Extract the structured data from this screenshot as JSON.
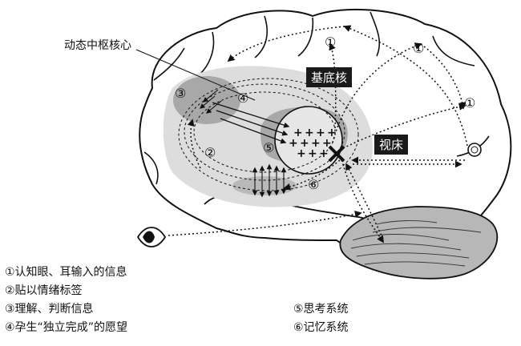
{
  "labels": {
    "dynamic_center": "动态中枢核心",
    "basal_nucleus": "基底核",
    "thalamus": "视床"
  },
  "markers": {
    "m1": "①",
    "m2": "②",
    "m3": "③",
    "m4": "④",
    "m5": "⑤",
    "m6": "⑥"
  },
  "legend": {
    "item1": "①认知眼、耳输入的信息",
    "item2": "②贴以情绪标签",
    "item3": "③理解、判断信息",
    "item4": "④孕生“独立完成”的愿望",
    "item5": "⑤思考系统",
    "item6": "⑥记忆系统"
  }
}
